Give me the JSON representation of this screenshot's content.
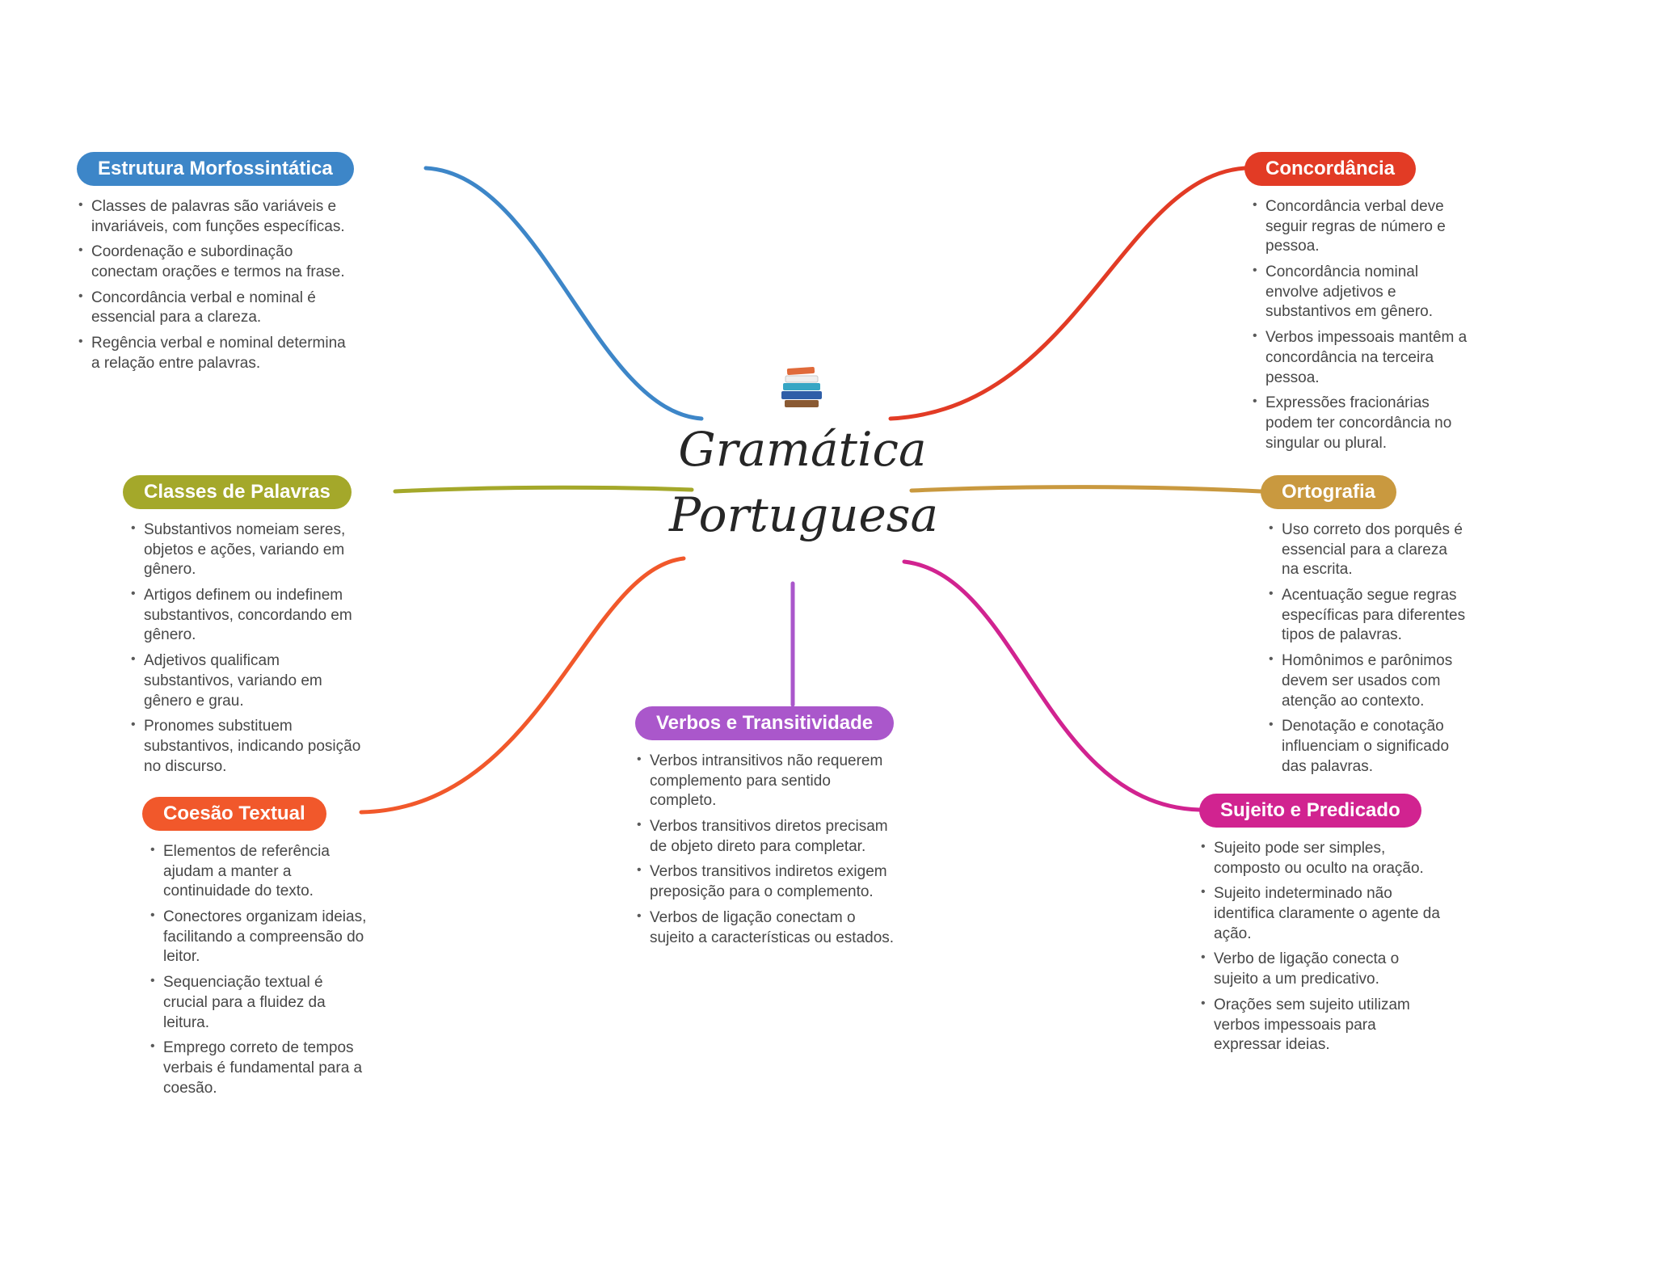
{
  "center": {
    "title_line1": "Gramática",
    "title_line2": "Portuguesa",
    "icon": "books-icon"
  },
  "colors": {
    "background": "#ffffff",
    "body_text": "#474747"
  },
  "branches": [
    {
      "id": "estrutura-morfossintatica",
      "label": "Estrutura Morfossintática",
      "color": "#3d86c8",
      "bullets": [
        "Classes de palavras são variáveis e invariáveis, com funções específicas.",
        "Coordenação e subordinação conectam orações e termos na frase.",
        "Concordância verbal e nominal é essencial para a clareza.",
        "Regência verbal e nominal determina a relação entre palavras."
      ]
    },
    {
      "id": "concordancia",
      "label": "Concordância",
      "color": "#e23b25",
      "bullets": [
        "Concordância verbal deve seguir regras de número e pessoa.",
        "Concordância nominal envolve adjetivos e substantivos em gênero.",
        "Verbos impessoais mantêm a concordância na terceira pessoa.",
        "Expressões fracionárias podem ter concordância no singular ou plural."
      ]
    },
    {
      "id": "classes-de-palavras",
      "label": "Classes de Palavras",
      "color": "#a4a82a",
      "bullets": [
        "Substantivos nomeiam seres, objetos e ações, variando em gênero.",
        "Artigos definem ou indefinem substantivos, concordando em gênero.",
        "Adjetivos qualificam substantivos, variando em gênero e grau.",
        "Pronomes substituem substantivos, indicando posição no discurso."
      ]
    },
    {
      "id": "ortografia",
      "label": "Ortografia",
      "color": "#c9993f",
      "bullets": [
        "Uso correto dos porquês é essencial para a clareza na escrita.",
        "Acentuação segue regras específicas para diferentes tipos de palavras.",
        "Homônimos e parônimos devem ser usados com atenção ao contexto.",
        "Denotação e conotação influenciam o significado das palavras."
      ]
    },
    {
      "id": "coesao-textual",
      "label": "Coesão Textual",
      "color": "#f1582b",
      "bullets": [
        "Elementos de referência ajudam a manter a continuidade do texto.",
        "Conectores organizam ideias, facilitando a compreensão do leitor.",
        "Sequenciação textual é crucial para a fluidez da leitura.",
        "Emprego correto de tempos verbais é fundamental para a coesão."
      ]
    },
    {
      "id": "verbos-e-transitividade",
      "label": "Verbos e Transitividade",
      "color": "#aa57cb",
      "bullets": [
        "Verbos intransitivos não requerem complemento para sentido completo.",
        "Verbos transitivos diretos precisam de objeto direto para completar.",
        "Verbos transitivos indiretos exigem preposição para o complemento.",
        "Verbos de ligação conectam o sujeito a características ou estados."
      ]
    },
    {
      "id": "sujeito-e-predicado",
      "label": "Sujeito e Predicado",
      "color": "#d12390",
      "bullets": [
        "Sujeito pode ser simples, composto ou oculto na oração.",
        "Sujeito indeterminado não identifica claramente o agente da ação.",
        "Verbo de ligação conecta o sujeito a um predicativo.",
        "Orações sem sujeito utilizam verbos impessoais para expressar ideias."
      ]
    }
  ]
}
